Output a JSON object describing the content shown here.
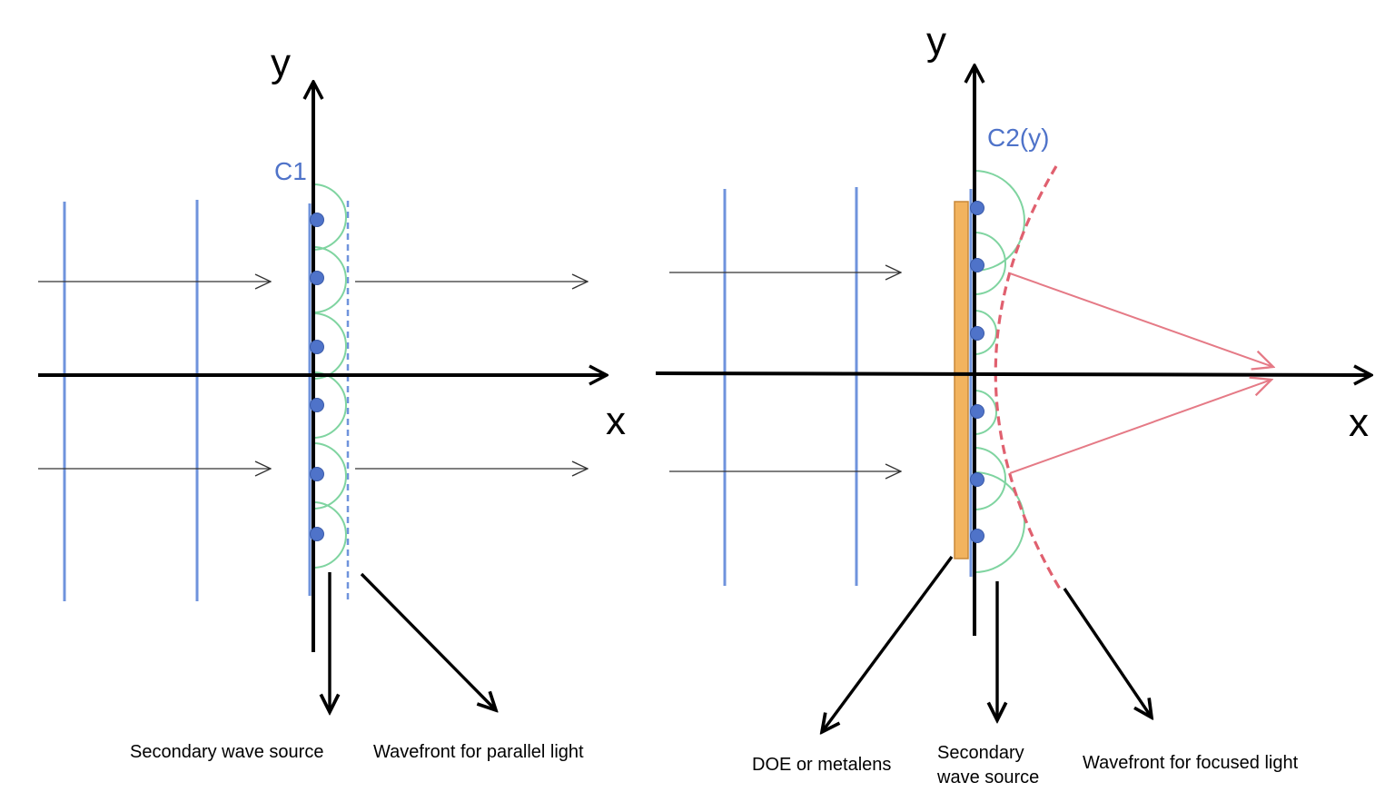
{
  "colors": {
    "wavefront_line": "#6f93dc",
    "secondary_source_dot": "#4f73c9",
    "huygens_wavelet": "#7fd4a0",
    "focused_wavefront": "#e0606f",
    "focusing_ray": "#e57a86",
    "metalens_fill": "#f2b35e",
    "metalens_stroke": "#c8883a",
    "axis": "#000000"
  },
  "left_panel": {
    "axis_y_label": "y",
    "axis_x_label": "x",
    "curve_label": "C1",
    "caption_source": "Secondary wave source",
    "caption_wavefront": "Wavefront for parallel light"
  },
  "right_panel": {
    "axis_y_label": "y",
    "axis_x_label": "x",
    "curve_label": "C2(y)",
    "caption_lens": "DOE or metalens",
    "caption_source_line1": "Secondary",
    "caption_source_line2": "wave source",
    "caption_wavefront": "Wavefront for focused light"
  }
}
